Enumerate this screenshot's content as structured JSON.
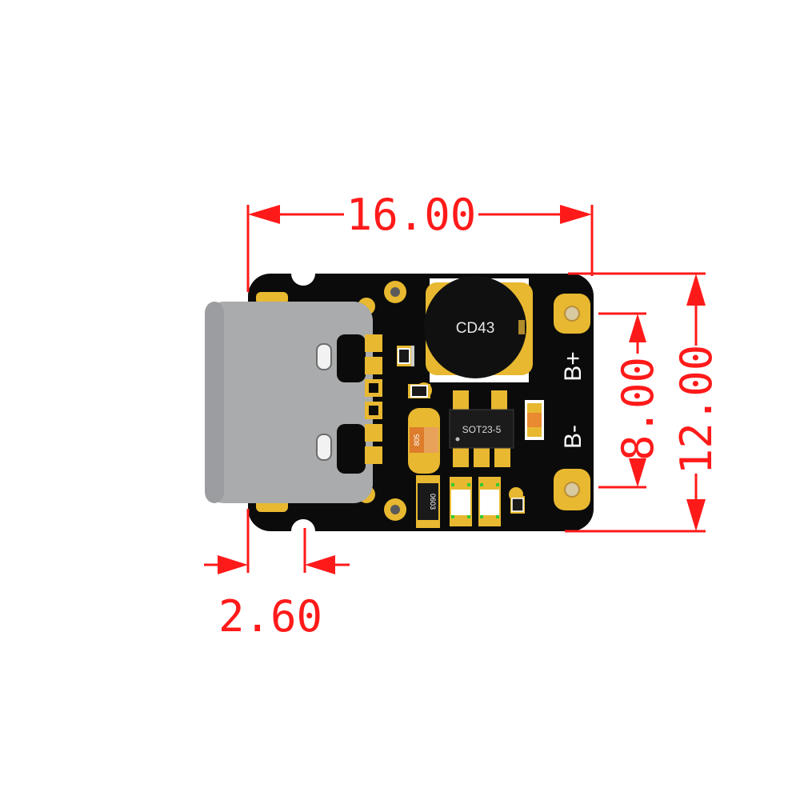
{
  "dimensions": {
    "width": "16.00",
    "height": "12.00",
    "pad_spacing": "8.00",
    "connector_overhang": "2.60"
  },
  "silkscreen": {
    "inductor": "CD43",
    "ic_package": "SOT23-5",
    "pad_pos": "B+",
    "pad_neg": "B-",
    "cap_805": "805",
    "res_0603": "0603"
  },
  "colors": {
    "dimension": "#ff1a1a",
    "board": "#0b0b0b",
    "gold": "#e8b830",
    "connector": "#a9abad"
  }
}
